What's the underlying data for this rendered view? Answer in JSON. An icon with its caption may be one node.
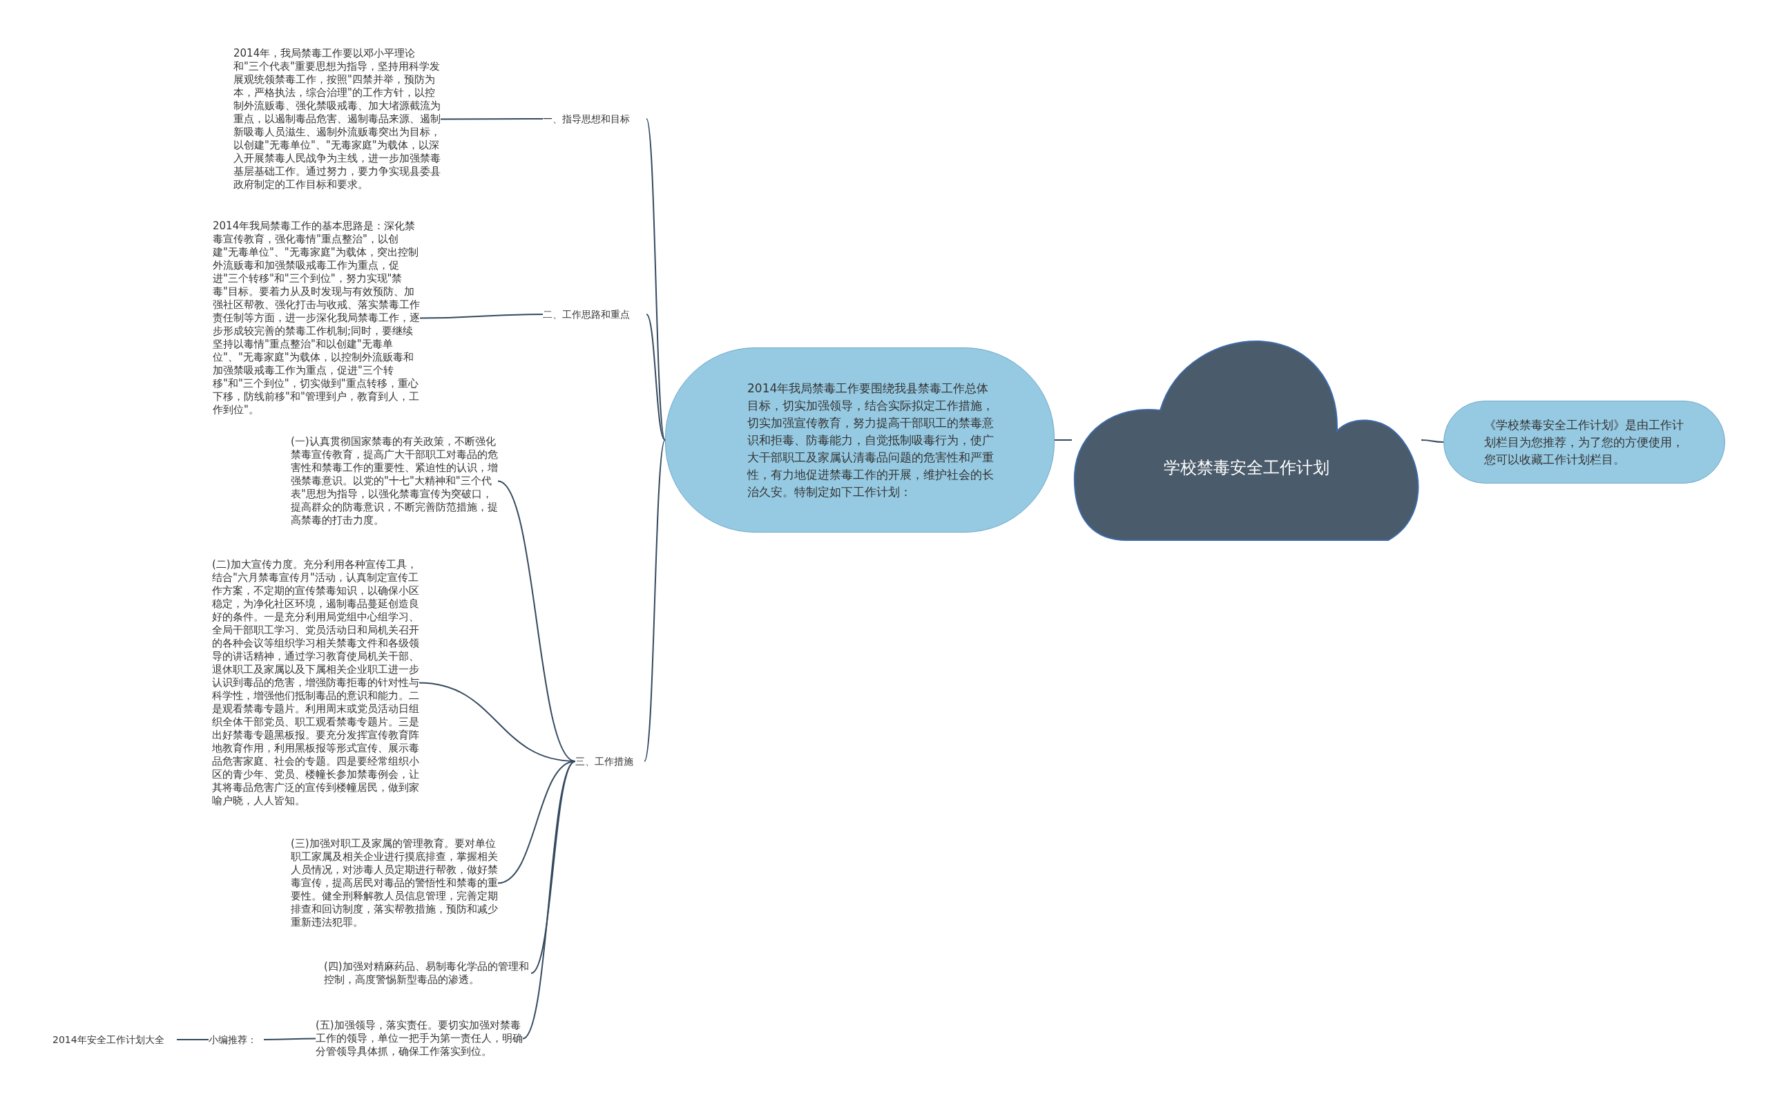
{
  "diagram": {
    "nodes": [
      {
        "text": [
          "学校禁毒安全工作计划"
        ]
      },
      {
        "text": [
          "2014年我局禁毒工作要围绕我县禁毒工作总体目标，切实加强领导，结合实际拟定工作措施，切实加强宣传教育，努力提高干部职工的禁毒意识和拒毒、防毒能力，自觉抵制吸毒行为，使广大干部职工及家属认清毒品问题的危害性和严重性，有力地促进禁毒工作的开展，维护社会的长治久安。特制定如下工作计划："
        ]
      },
      {
        "text": [
          "《学校禁毒安全工作计划》是由工作计划栏目为您推荐，为了您的方便使用，您可以收藏工作计划栏目。"
        ]
      },
      {
        "text": [
          "一、指导思想和目标"
        ]
      },
      {
        "text": [
          "2014年，我局禁毒工作要以邓小平理论和\"三个代表\"重要思想为指导，坚持用科学发展观统领禁毒工作，按照\"四禁并举，预防为本，严格执法，综合治理\"的工作方针，以控制外流贩毒、强化禁吸戒毒、加大堵源截流为重点，以遏制毒品危害、遏制毒品来源、遏制新吸毒人员滋生、遏制外流贩毒突出为目标，以创建\"无毒单位\"、\"无毒家庭\"为载体，以深入开展禁毒人民战争为主线，进一步加强禁毒基层基础工作。通过努力，要力争实现县委县政府制定的工作目标和要求。"
        ]
      },
      {
        "text": [
          "二、工作思路和重点"
        ]
      },
      {
        "text": [
          "2014年我局禁毒工作的基本思路是：深化禁毒宣传教育，强化毒情\"重点整治\"，以创建\"无毒单位\"、\"无毒家庭\"为载体，突出控制外流贩毒和加强禁吸戒毒工作为重点，促进\"三个转移\"和\"三个到位\"，努力实现\"禁毒\"目标。要着力从及时发现与有效预防、加强社区帮教、强化打击与收戒、落实禁毒工作责任制等方面，进一步深化我局禁毒工作，逐步形成较完善的禁毒工作机制;同时，要继续坚持以毒情\"重点整治\"和以创建\"无毒单位\"、\"无毒家庭\"为载体，以控制外流贩毒和加强禁吸戒毒工作为重点，促进\"三个转移\"和\"三个到位\"，切实做到\"重点转移，重心下移，防线前移\"和\"管理到户，教育到人，工作到位\"。"
        ]
      },
      {
        "text": [
          "三、工作措施"
        ]
      },
      {
        "text": [
          "(一)认真贯彻国家禁毒的有关政策，不断强化禁毒宣传教育，提高广大干部职工对毒品的危害性和禁毒工作的重要性、紧迫性的认识，增强禁毒意识。以党的\"十七\"大精神和\"三个代表\"思想为指导，以强化禁毒宣传为突破口，提高群众的防毒意识，不断完善防范措施，提高禁毒的打击力度。"
        ]
      },
      {
        "text": [
          "(二)加大宣传力度。充分利用各种宣传工具，结合\"六月禁毒宣传月\"活动，认真制定宣传工作方案，不定期的宣传禁毒知识，以确保小区稳定，为净化社区环境，遏制毒品蔓延创造良好的条件。一是充分利用局党组中心组学习、全局干部职工学习、党员活动日和局机关召开的各种会议等组织学习相关禁毒文件和各级领导的讲话精神，通过学习教育使局机关干部、退休职工及家属以及下属相关企业职工进一步认识到毒品的危害，增强防毒拒毒的针对性与科学性，增强他们抵制毒品的意识和能力。二是观看禁毒专题片。利用周末或党员活动日组织全体干部党员、职工观看禁毒专题片。三是出好禁毒专题黑板报。要充分发挥宣传教育阵地教育作用，利用黑板报等形式宣传、展示毒品危害家庭、社会的专题。四是要经常组织小区的青少年、党员、楼幢长参加禁毒例会，让其将毒品危害广泛的宣传到楼幢居民，做到家喻户晓，人人皆知。"
        ]
      },
      {
        "text": [
          "(三)加强对职工及家属的管理教育。要对单位职工家属及相关企业进行摸底排查，掌握相关人员情况，对涉毒人员定期进行帮教，做好禁毒宣传，提高居民对毒品的警悟性和禁毒的重要性。健全刑释解教人员信息管理，完善定期排查和回访制度，落实帮教措施，预防和减少重新违法犯罪。"
        ]
      },
      {
        "text": [
          "(四)加强对精麻药品、易制毒化学品的管理和控制，高度警惕新型毒品的渗透。"
        ]
      },
      {
        "text": [
          "(五)加强领导，落实责任。要切实加强对禁毒工作的领导，单位一把手为第一责任人，明确分管领导具体抓，确保工作落实到位。"
        ]
      },
      {
        "text": [
          "小编推荐："
        ]
      },
      {
        "text": [
          "2014年安全工作计划大全"
        ]
      }
    ],
    "edges": [
      {
        "from": 0,
        "to": 1,
        "arrow": "none"
      },
      {
        "from": 0,
        "to": 2,
        "arrow": "none"
      },
      {
        "from": 1,
        "to": 3,
        "arrow": "none"
      },
      {
        "from": 3,
        "to": 4,
        "arrow": "none"
      },
      {
        "from": 1,
        "to": 5,
        "arrow": "none"
      },
      {
        "from": 5,
        "to": 6,
        "arrow": "none"
      },
      {
        "from": 1,
        "to": 7,
        "arrow": "none"
      },
      {
        "from": 7,
        "to": 8,
        "arrow": "none"
      },
      {
        "from": 7,
        "to": 9,
        "arrow": "none"
      },
      {
        "from": 7,
        "to": 10,
        "arrow": "none"
      },
      {
        "from": 7,
        "to": 11,
        "arrow": "none"
      },
      {
        "from": 7,
        "to": 12,
        "arrow": "none"
      },
      {
        "from": 12,
        "to": 13,
        "arrow": "none"
      },
      {
        "from": 13,
        "to": 14,
        "arrow": "none"
      }
    ]
  }
}
